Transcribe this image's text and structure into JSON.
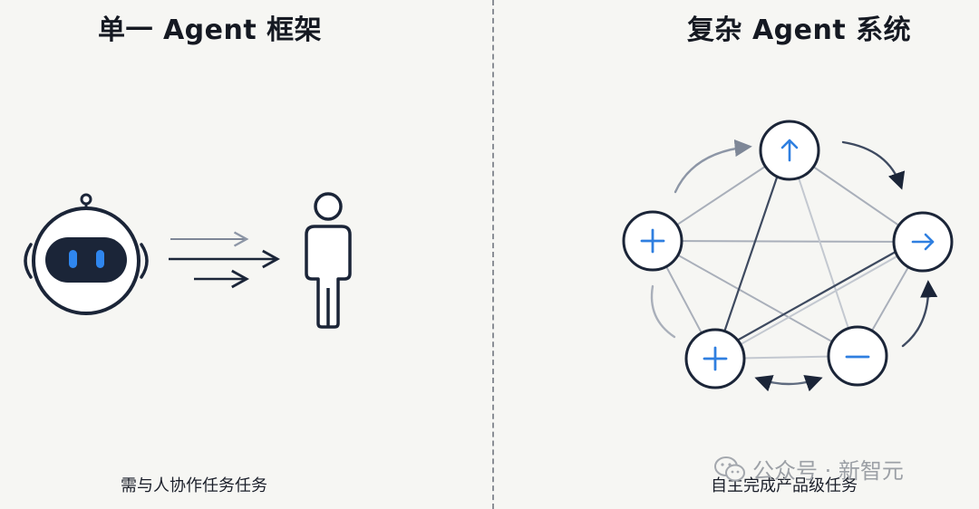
{
  "left_panel": {
    "title": "单一 Agent 框架",
    "caption": "需与人协作任务任务"
  },
  "right_panel": {
    "title": "复杂 Agent 系统",
    "caption": "自主完成产品级任务",
    "nodes": [
      {
        "id": "top",
        "symbol": "↑"
      },
      {
        "id": "left",
        "symbol": "+"
      },
      {
        "id": "right",
        "symbol": "→"
      },
      {
        "id": "bottom-left",
        "symbol": "+"
      },
      {
        "id": "bottom-right",
        "symbol": "−"
      }
    ]
  },
  "watermark": {
    "text": "公众号 · 新智元"
  },
  "colors": {
    "ink": "#1b2538",
    "accent": "#2f7fe0",
    "link": "#a9afba",
    "arrow_light": "#8d96a6",
    "divider": "#8b8f96"
  }
}
